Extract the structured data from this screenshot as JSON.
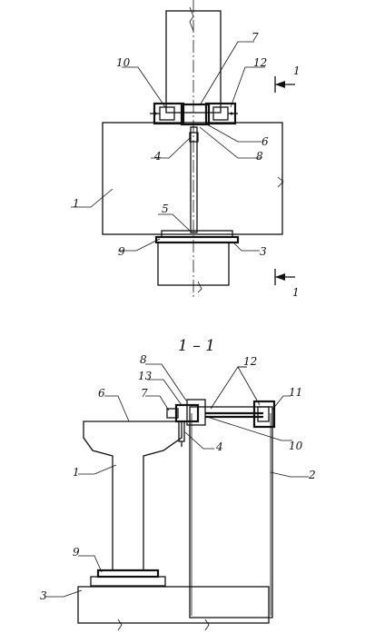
{
  "top_view": {
    "labels": [
      "10",
      "7",
      "12",
      "1",
      "6",
      "4",
      "8",
      "1",
      "5",
      "9",
      "3",
      "1"
    ]
  },
  "section_view": {
    "title": "1 – 1",
    "labels": [
      "8",
      "12",
      "13",
      "11",
      "6",
      "7",
      "4",
      "10",
      "1",
      "2",
      "9",
      "3"
    ]
  }
}
